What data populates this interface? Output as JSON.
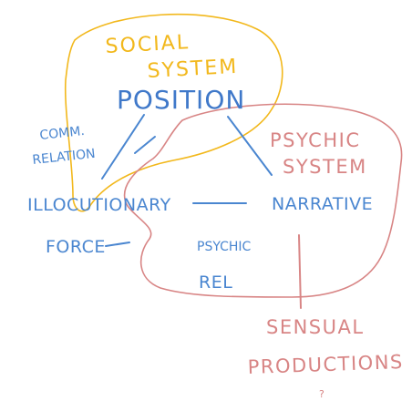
{
  "colors": {
    "social": "#f2b81c",
    "psychic": "#d88585",
    "link": "#4a86d0",
    "background": "#ffffff"
  },
  "labels": {
    "social_system_1": "SOCIAL",
    "social_system_2": "SYSTEM",
    "position": "POSITION",
    "comm_1": "COMM.",
    "comm_2": "RELATION",
    "psychic_system_1": "PSYCHIC",
    "psychic_system_2": "SYSTEM",
    "illocutionary": "ILLOCUTIONARY",
    "force": "FORCE",
    "narrative": "NARRATIVE",
    "psychic_rel_1": "PSYCHIC",
    "psychic_rel_2": "REL",
    "sensual_1": "SENSUAL",
    "sensual_2": "PRODUCTIONS",
    "sensual_mark": "?"
  }
}
